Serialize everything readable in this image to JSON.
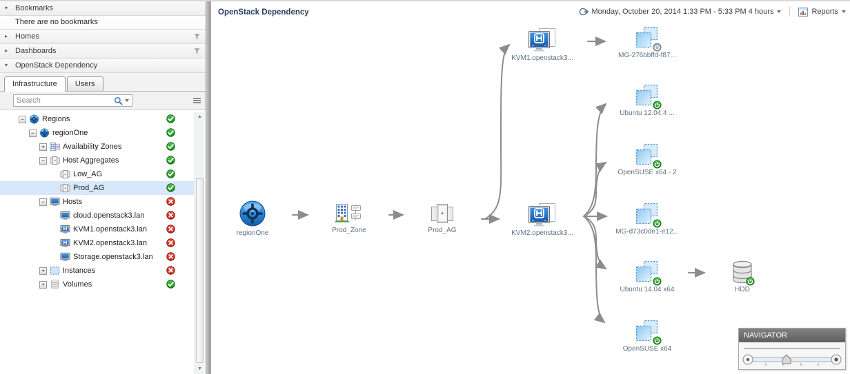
{
  "colors": {
    "accent_blue": "#2a7fd4",
    "status_ok_green": "#2f9e2f",
    "status_error_red": "#d63a30",
    "selection_blue": "#d8e8fb",
    "edge_grey": "#8c8c8c",
    "navigator_header_grey": "#6f6f6f"
  },
  "sidebar": {
    "sections": {
      "bookmarks": {
        "label": "Bookmarks",
        "empty_text": "There are no bookmarks",
        "state": "expanded"
      },
      "homes": {
        "label": "Homes",
        "state": "collapsed"
      },
      "dashboards": {
        "label": "Dashboards",
        "state": "collapsed"
      },
      "openstack": {
        "label": "OpenStack Dependency",
        "state": "expanded"
      }
    },
    "tabs": {
      "infrastructure": "Infrastructure",
      "users": "Users",
      "active": "Infrastructure"
    },
    "search": {
      "placeholder": "Search"
    },
    "tree": [
      {
        "label": "Regions",
        "icon": "region-target-icon",
        "status": "ok",
        "expand": "minus",
        "level": 0,
        "selected": false
      },
      {
        "label": "regionOne",
        "icon": "region-target-icon",
        "status": "ok",
        "expand": "minus",
        "level": 1,
        "selected": false
      },
      {
        "label": "Availability Zones",
        "icon": "zone-building-icon",
        "status": "ok",
        "expand": "plus",
        "level": 2,
        "selected": false
      },
      {
        "label": "Host Aggregates",
        "icon": "aggregate-icon",
        "status": "ok",
        "expand": "minus",
        "level": 2,
        "selected": false
      },
      {
        "label": "Low_AG",
        "icon": "aggregate-icon",
        "status": "ok",
        "expand": "none",
        "level": 3,
        "selected": false
      },
      {
        "label": "Prod_AG",
        "icon": "aggregate-icon",
        "status": "ok",
        "expand": "none",
        "level": 3,
        "selected": true
      },
      {
        "label": "Hosts",
        "icon": "host-monitor-icon",
        "status": "error",
        "expand": "minus",
        "level": 2,
        "selected": false
      },
      {
        "label": "cloud.openstack3.lan",
        "icon": "host-monitor-icon",
        "status": "error",
        "expand": "none",
        "level": 3,
        "selected": false
      },
      {
        "label": "KVM1.openstack3.lan",
        "icon": "hypervisor-icon",
        "status": "error",
        "expand": "none",
        "level": 3,
        "selected": false
      },
      {
        "label": "KVM2.openstack3.lan",
        "icon": "hypervisor-icon",
        "status": "error",
        "expand": "none",
        "level": 3,
        "selected": false
      },
      {
        "label": "Storage.openstack3.lan",
        "icon": "host-monitor-icon",
        "status": "error",
        "expand": "none",
        "level": 3,
        "selected": false
      },
      {
        "label": "Instances",
        "icon": "instance-icon",
        "status": "error",
        "expand": "plus",
        "level": 2,
        "selected": false
      },
      {
        "label": "Volumes",
        "icon": "volume-db-icon",
        "status": "ok",
        "expand": "plus",
        "level": 2,
        "selected": false
      }
    ]
  },
  "main": {
    "title": "OpenStack Dependency",
    "time_range": "Monday, October 20, 2014 1:33 PM - 5:33 PM 4 hours",
    "reports_label": "Reports",
    "navigator_title": "NAVIGATOR",
    "graph": {
      "nodes": [
        {
          "label": "regionOne",
          "type": "region"
        },
        {
          "label": "Prod_Zone",
          "type": "zone"
        },
        {
          "label": "Prod_AG",
          "type": "aggregate"
        },
        {
          "label": "KVM1.openstack3...",
          "type": "hypervisor"
        },
        {
          "label": "MG-276bbffd-f87...",
          "type": "instance",
          "badge": "off"
        },
        {
          "label": "KVM2.openstack3...",
          "type": "hypervisor"
        },
        {
          "label": "Ubuntu 12.04.4 ...",
          "type": "instance",
          "badge": "on"
        },
        {
          "label": "OpenSUSE x64 - 2",
          "type": "instance",
          "badge": "on"
        },
        {
          "label": "MG-d73c0de1-e12...",
          "type": "instance",
          "badge": "on"
        },
        {
          "label": "Ubuntu 14.04 x64",
          "type": "instance",
          "badge": "on"
        },
        {
          "label": "OpenSUSE x64",
          "type": "instance",
          "badge": "on"
        },
        {
          "label": "HDD",
          "type": "volume",
          "badge": "on"
        }
      ],
      "edges": [
        {
          "from": "regionOne",
          "to": "Prod_Zone"
        },
        {
          "from": "Prod_Zone",
          "to": "Prod_AG"
        },
        {
          "from": "Prod_AG",
          "to": "KVM1.openstack3..."
        },
        {
          "from": "Prod_AG",
          "to": "KVM2.openstack3..."
        },
        {
          "from": "KVM1.openstack3...",
          "to": "MG-276bbffd-f87..."
        },
        {
          "from": "KVM2.openstack3...",
          "to": "Ubuntu 12.04.4 ..."
        },
        {
          "from": "KVM2.openstack3...",
          "to": "OpenSUSE x64 - 2"
        },
        {
          "from": "KVM2.openstack3...",
          "to": "MG-d73c0de1-e12..."
        },
        {
          "from": "KVM2.openstack3...",
          "to": "Ubuntu 14.04 x64"
        },
        {
          "from": "KVM2.openstack3...",
          "to": "OpenSUSE x64"
        },
        {
          "from": "Ubuntu 14.04 x64",
          "to": "HDD"
        }
      ]
    }
  }
}
